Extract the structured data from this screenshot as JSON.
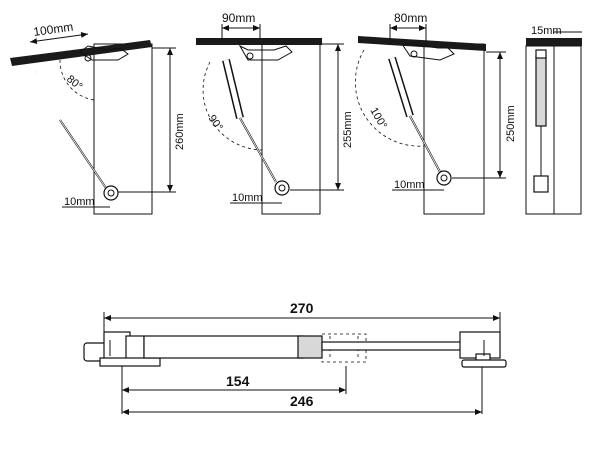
{
  "panel1": {
    "hinge_dim": "100mm",
    "angle": "80°",
    "height": "260mm",
    "bottom": "10mm"
  },
  "panel2": {
    "hinge_dim": "90mm",
    "angle": "90°",
    "height": "255mm",
    "bottom": "10mm"
  },
  "panel3": {
    "hinge_dim": "80mm",
    "angle": "100°",
    "height": "250mm",
    "bottom": "10mm"
  },
  "panel4": {
    "thickness": "15mm"
  },
  "strut": {
    "total_length": "270",
    "stroke_length": "154",
    "mount_length": "246"
  }
}
